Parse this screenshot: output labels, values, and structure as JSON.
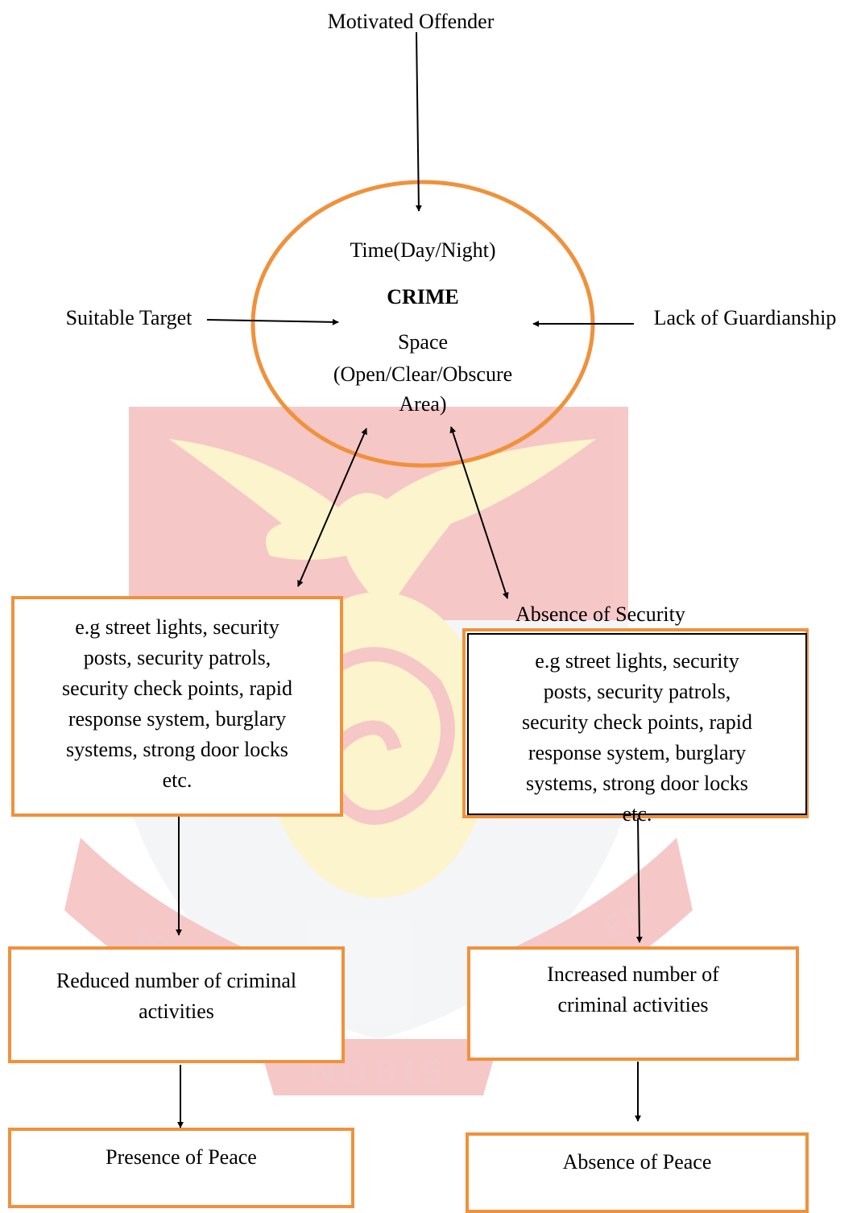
{
  "colors": {
    "orange": "#f0913b",
    "watermark_red": "#e23a3a",
    "watermark_yellow": "#f7d94a",
    "watermark_gray": "#d9dde6"
  },
  "watermark": {
    "motto": "NOBIS",
    "ribbon_left": "VE",
    "ribbon_right": "EN"
  },
  "diagram": {
    "top_label": "Motivated Offender",
    "left_label": "Suitable Target",
    "right_label": "Lack of Guardianship",
    "circle": {
      "time": "Time(Day/Night)",
      "center": "CRIME",
      "space_1": "Space",
      "space_2": "(Open/Clear/Obscure",
      "space_3": "Area)"
    },
    "absence_security": "Absence of Security",
    "left_box": [
      "e.g street lights, security",
      "posts, security patrols,",
      "security check points, rapid",
      "response system, burglary",
      "systems, strong door locks",
      "etc."
    ],
    "right_box": [
      "e.g street lights, security",
      "posts, security patrols,",
      "security check points, rapid",
      "response system, burglary",
      "systems, strong door locks",
      "etc."
    ],
    "left_result": [
      "Reduced number of criminal",
      "activities"
    ],
    "right_result": [
      "Increased number of",
      "criminal activities"
    ],
    "left_outcome": "Presence of Peace",
    "right_outcome": "Absence of Peace"
  }
}
